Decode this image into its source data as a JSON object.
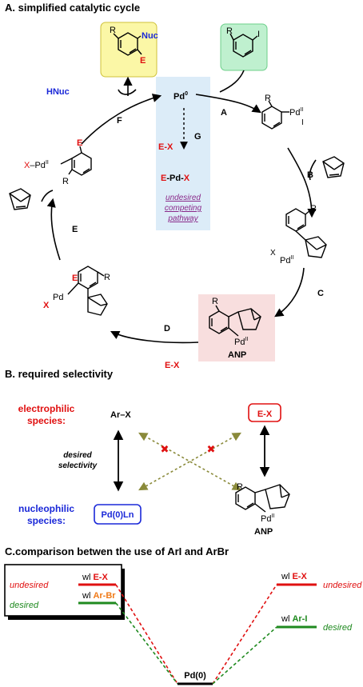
{
  "section_a": {
    "heading": "A. simplified catalytic cycle",
    "pd0": "Pd",
    "pd0_sup": "0",
    "step_a": "A",
    "step_b": "B",
    "step_c": "C",
    "step_d": "D",
    "step_e": "E",
    "step_f": "F",
    "step_g": "G",
    "hnuc": "HNuc",
    "nuc": "Nuc",
    "e_label": "E",
    "r_label": "R",
    "i_label": "I",
    "x_label": "X",
    "pd": "Pd",
    "pd_ii": "II",
    "ex_g": "E-X",
    "ex_d": "E-X",
    "epdx_e": "E",
    "epdx_mid": "-Pd-",
    "epdx_x": "X",
    "undesired_lines": [
      "undesired",
      "competing",
      "pathway"
    ],
    "anp": "ANP",
    "colors": {
      "yellow_box": "#fbf7a6",
      "green_box": "#bff0cf",
      "blue_panel": "#dcecf8",
      "pink_box": "#f8dede",
      "red": "#e01010",
      "blue": "#1a28d8",
      "purple": "#8a2a8a"
    }
  },
  "section_b": {
    "heading": "B. required selectivity",
    "electrophilic_1": "electrophilic",
    "electrophilic_2": "species:",
    "nucleophilic_1": "nucleophilic",
    "nucleophilic_2": "species:",
    "arx": "Ar",
    "arx_x": "X",
    "ex_box": "E-X",
    "pd0ln": "Pd(0)Ln",
    "desired_1": "desired",
    "desired_2": "selectivity",
    "anp": "ANP",
    "pd": "Pd",
    "pd_ii": "II",
    "cross_mark": "✖"
  },
  "section_c": {
    "heading": "C.comparison betwen the use of ArI and ArBr",
    "left_undesired": "undesired",
    "left_desired": "desired",
    "wl_ex_prefix": "wl ",
    "wl_ex": "E-X",
    "wl_arbr_prefix": "wl ",
    "wl_arbr": "Ar-Br",
    "pd0": "Pd(0)",
    "right_wl_ex_prefix": "wl ",
    "right_wl_ex": "E-X",
    "right_undesired": "undesired",
    "right_wl_ari_prefix": "wl ",
    "right_wl_ari": "Ar-I",
    "right_desired": "desired",
    "colors": {
      "red": "#e01010",
      "green": "#1f8a1f",
      "orange": "#f07a18"
    }
  }
}
